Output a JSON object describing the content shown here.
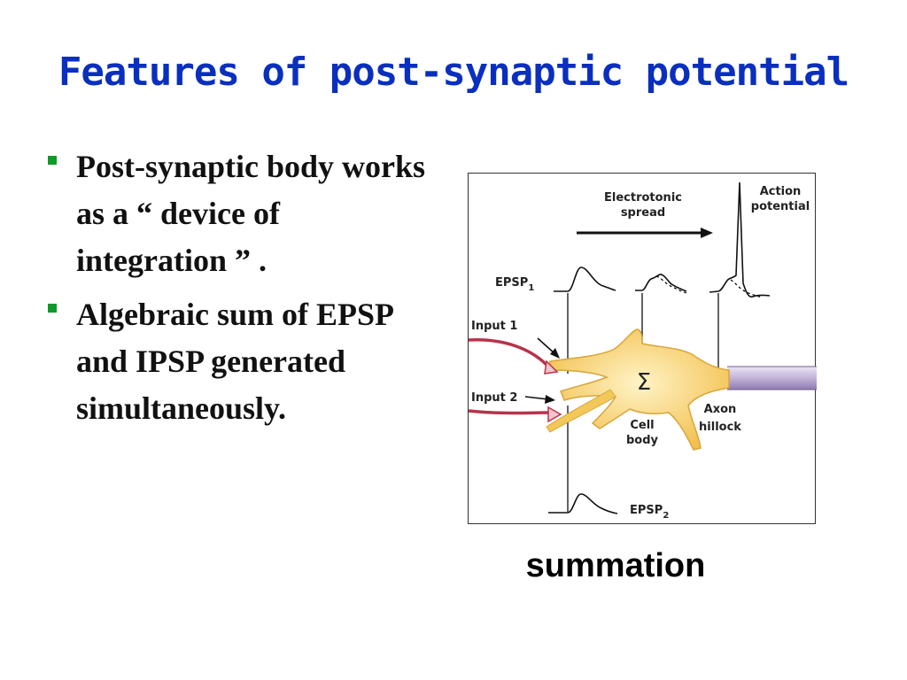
{
  "slide": {
    "title": "Features of post-synaptic potential",
    "bullets": [
      "Post-synaptic body works as a “ device of integration ” .",
      "Algebraic sum of EPSP and IPSP generated simultaneously."
    ]
  },
  "figure": {
    "spread_label_line1": "Electrotonic",
    "spread_label_line2": "spread",
    "ap_label_line1": "Action",
    "ap_label_line2": "potential",
    "epsp1_label": "EPSP",
    "epsp1_sub": "1",
    "epsp2_label": "EPSP",
    "epsp2_sub": "2",
    "input1_label": "Input 1",
    "input2_label": "Input 2",
    "sigma": "Σ",
    "cell_line1": "Cell",
    "cell_line2": "body",
    "axon_line1": "Axon",
    "axon_line2": "hillock",
    "caption": "summation",
    "colors": {
      "title": "#0a2fbf",
      "bullet_marker": "#0f9a2a",
      "cell_body": "#f6cf6a",
      "axon": "#b9a9cf",
      "input_fiber": "#b8324a"
    }
  }
}
